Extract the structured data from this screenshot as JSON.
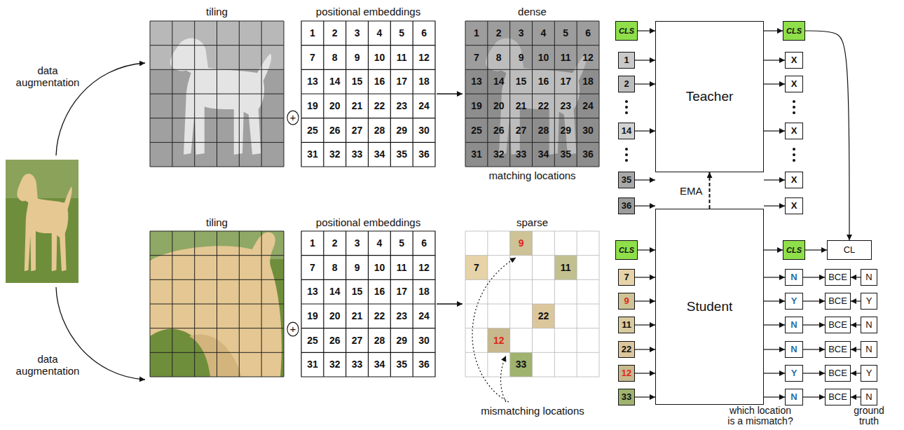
{
  "diagram": {
    "nodes": [
      {
        "text": [
          "Teacher"
        ]
      },
      {
        "text": [
          "Student"
        ]
      },
      {
        "text": [
          "CLS"
        ]
      },
      {
        "text": [
          "1"
        ]
      },
      {
        "text": [
          "2"
        ]
      },
      {
        "text": [
          "14"
        ]
      },
      {
        "text": [
          "35"
        ]
      },
      {
        "text": [
          "36"
        ]
      },
      {
        "text": [
          "CLS"
        ]
      },
      {
        "text": [
          "X"
        ]
      },
      {
        "text": [
          "X"
        ]
      },
      {
        "text": [
          "X"
        ]
      },
      {
        "text": [
          "X"
        ]
      },
      {
        "text": [
          "X"
        ]
      },
      {
        "text": [
          "CLS"
        ]
      },
      {
        "text": [
          "7"
        ]
      },
      {
        "text": [
          "9"
        ]
      },
      {
        "text": [
          "11"
        ]
      },
      {
        "text": [
          "22"
        ]
      },
      {
        "text": [
          "12"
        ]
      },
      {
        "text": [
          "33"
        ]
      },
      {
        "text": [
          "CLS"
        ]
      },
      {
        "text": [
          "N"
        ]
      },
      {
        "text": [
          "Y"
        ]
      },
      {
        "text": [
          "N"
        ]
      },
      {
        "text": [
          "N"
        ]
      },
      {
        "text": [
          "Y"
        ]
      },
      {
        "text": [
          "N"
        ]
      },
      {
        "text": [
          "CL"
        ]
      },
      {
        "text": [
          "BCE"
        ]
      },
      {
        "text": [
          "BCE"
        ]
      },
      {
        "text": [
          "BCE"
        ]
      },
      {
        "text": [
          "BCE"
        ]
      },
      {
        "text": [
          "BCE"
        ]
      },
      {
        "text": [
          "BCE"
        ]
      },
      {
        "text": [
          "N"
        ]
      },
      {
        "text": [
          "Y"
        ]
      },
      {
        "text": [
          "N"
        ]
      },
      {
        "text": [
          "N"
        ]
      },
      {
        "text": [
          "Y"
        ]
      },
      {
        "text": [
          "N"
        ]
      },
      {
        "text": [
          "+"
        ]
      },
      {
        "text": [
          "+"
        ]
      }
    ],
    "edges": [
      {
        "from": 2,
        "to": 0,
        "arrow": "to"
      },
      {
        "from": 3,
        "to": 0,
        "arrow": "to"
      },
      {
        "from": 4,
        "to": 0,
        "arrow": "to"
      },
      {
        "from": 5,
        "to": 0,
        "arrow": "to"
      },
      {
        "from": 6,
        "to": 0,
        "arrow": "to"
      },
      {
        "from": 7,
        "to": 0,
        "arrow": "to"
      },
      {
        "from": 0,
        "to": 8,
        "arrow": "to"
      },
      {
        "from": 0,
        "to": 9,
        "arrow": "to"
      },
      {
        "from": 0,
        "to": 10,
        "arrow": "to"
      },
      {
        "from": 0,
        "to": 11,
        "arrow": "to"
      },
      {
        "from": 0,
        "to": 12,
        "arrow": "to"
      },
      {
        "from": 0,
        "to": 13,
        "arrow": "to"
      },
      {
        "from": 14,
        "to": 1,
        "arrow": "to"
      },
      {
        "from": 15,
        "to": 1,
        "arrow": "to"
      },
      {
        "from": 16,
        "to": 1,
        "arrow": "to"
      },
      {
        "from": 17,
        "to": 1,
        "arrow": "to"
      },
      {
        "from": 18,
        "to": 1,
        "arrow": "to"
      },
      {
        "from": 19,
        "to": 1,
        "arrow": "to"
      },
      {
        "from": 20,
        "to": 1,
        "arrow": "to"
      },
      {
        "from": 1,
        "to": 21,
        "arrow": "to"
      },
      {
        "from": 1,
        "to": 22,
        "arrow": "to"
      },
      {
        "from": 1,
        "to": 23,
        "arrow": "to"
      },
      {
        "from": 1,
        "to": 24,
        "arrow": "to"
      },
      {
        "from": 1,
        "to": 25,
        "arrow": "to"
      },
      {
        "from": 1,
        "to": 26,
        "arrow": "to"
      },
      {
        "from": 1,
        "to": 27,
        "arrow": "to"
      },
      {
        "from": 1,
        "to": 0,
        "label": "EMA",
        "arrow": "to"
      },
      {
        "from": 8,
        "to": 28,
        "arrow": "to"
      },
      {
        "from": 21,
        "to": 28,
        "arrow": "to"
      },
      {
        "from": 22,
        "to": 29,
        "arrow": "to"
      },
      {
        "from": 23,
        "to": 30,
        "arrow": "to"
      },
      {
        "from": 24,
        "to": 31,
        "arrow": "to"
      },
      {
        "from": 25,
        "to": 32,
        "arrow": "to"
      },
      {
        "from": 26,
        "to": 33,
        "arrow": "to"
      },
      {
        "from": 27,
        "to": 34,
        "arrow": "to"
      },
      {
        "from": 35,
        "to": 29,
        "arrow": "to"
      },
      {
        "from": 36,
        "to": 30,
        "arrow": "to"
      },
      {
        "from": 37,
        "to": 31,
        "arrow": "to"
      },
      {
        "from": 38,
        "to": 32,
        "arrow": "to"
      },
      {
        "from": 39,
        "to": 33,
        "arrow": "to"
      },
      {
        "from": 40,
        "to": 34,
        "arrow": "to"
      }
    ],
    "labels": [
      "data augmentation",
      "data augmentation",
      "tiling",
      "positional embeddings",
      "dense",
      "matching locations",
      "tiling",
      "positional embeddings",
      "sparse",
      "mismatching locations",
      "which location is a mismatch?",
      "ground truth",
      "1",
      "2",
      "3",
      "4",
      "5",
      "6",
      "7",
      "8",
      "9",
      "10",
      "11",
      "12",
      "13",
      "14",
      "15",
      "16",
      "17",
      "18",
      "19",
      "20",
      "21",
      "22",
      "23",
      "24",
      "25",
      "26",
      "27",
      "28",
      "29",
      "30",
      "31",
      "32",
      "33",
      "34",
      "35",
      "36",
      "1",
      "2",
      "3",
      "4",
      "5",
      "6",
      "7",
      "8",
      "9",
      "10",
      "11",
      "12",
      "13",
      "14",
      "15",
      "16",
      "17",
      "18",
      "19",
      "20",
      "21",
      "22",
      "23",
      "24",
      "25",
      "26",
      "27",
      "28",
      "29",
      "30",
      "31",
      "32",
      "33",
      "34",
      "35",
      "36",
      "1",
      "2",
      "3",
      "4",
      "5",
      "6",
      "7",
      "8",
      "9",
      "10",
      "11",
      "12",
      "13",
      "14",
      "15",
      "16",
      "17",
      "18",
      "19",
      "20",
      "21",
      "22",
      "23",
      "24",
      "25",
      "26",
      "27",
      "28",
      "29",
      "30",
      "31",
      "32",
      "33",
      "34",
      "35",
      "36",
      "9",
      "7",
      "11",
      "22",
      "12",
      "33"
    ]
  }
}
